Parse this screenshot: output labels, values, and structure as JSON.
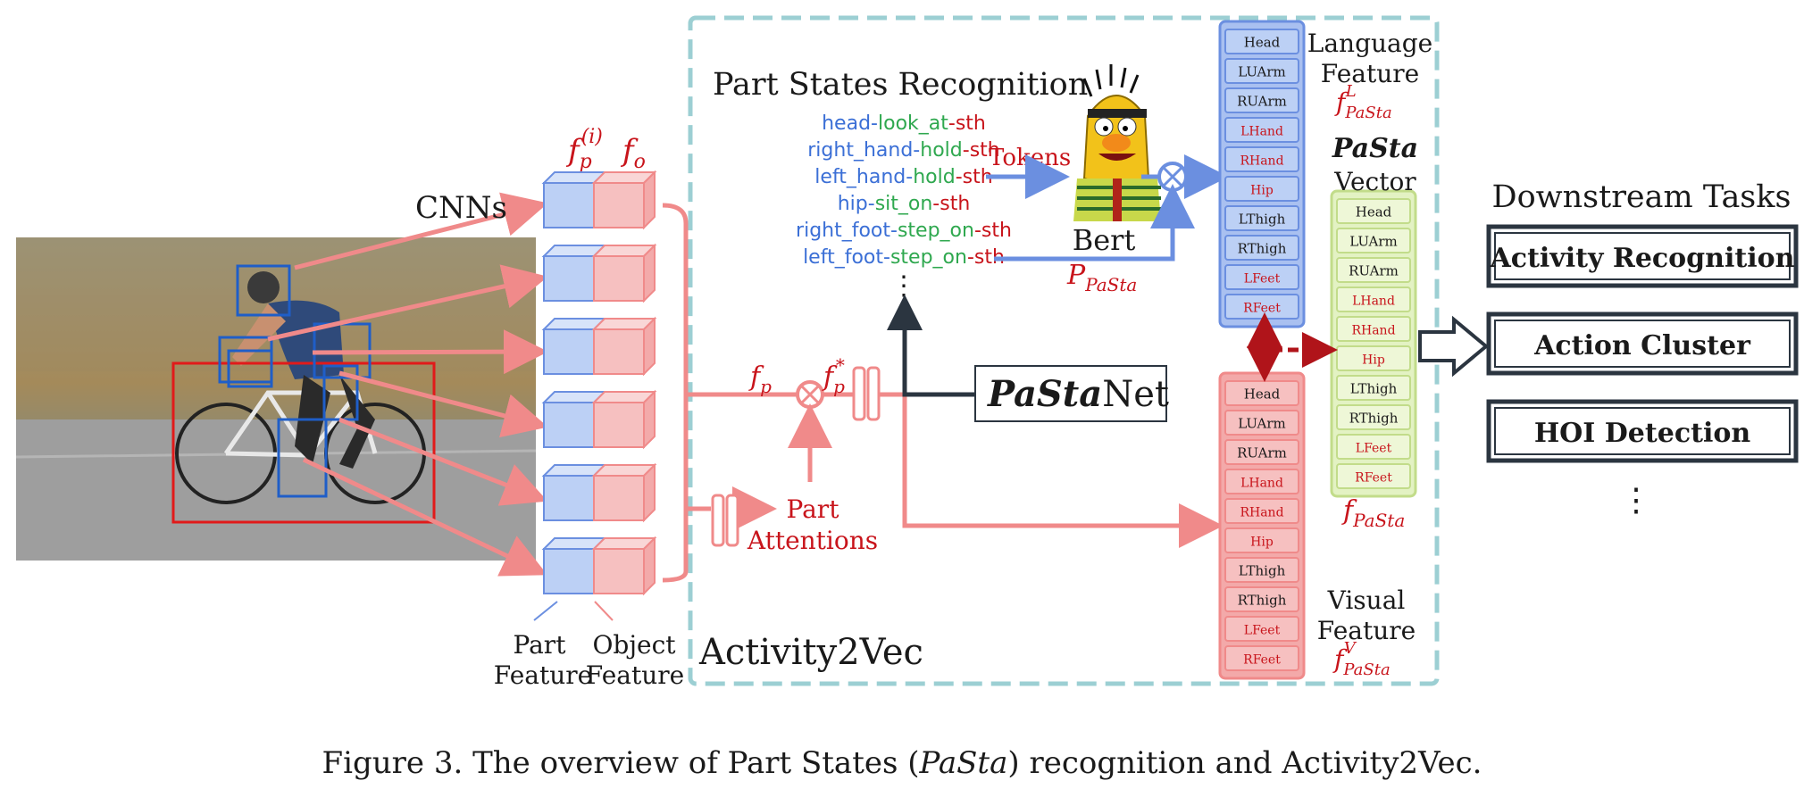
{
  "figure": {
    "caption_prefix": "Figure 3. The overview of Part States (",
    "caption_italic": "PaSta",
    "caption_suffix": ") recognition and Activity2Vec."
  },
  "left": {
    "cnns_label": "CNNs",
    "part_feature": [
      "Part",
      "Feature"
    ],
    "object_feature": [
      "Object",
      "Feature"
    ],
    "fp_label": "f",
    "fp_sub": "p",
    "fp_sup": "(i)",
    "fo_label": "f",
    "fo_sub": "o"
  },
  "middle": {
    "section_title": "Part States Recognition",
    "states": [
      {
        "part": "head",
        "verb": "look_at",
        "obj": "sth"
      },
      {
        "part": "right_hand",
        "verb": "hold",
        "obj": "sth"
      },
      {
        "part": "left_hand",
        "verb": "hold",
        "obj": "sth"
      },
      {
        "part": "hip",
        "verb": "sit_on",
        "obj": "sth"
      },
      {
        "part": "right_foot",
        "verb": "step_on",
        "obj": "sth"
      },
      {
        "part": "left_foot",
        "verb": "step_on",
        "obj": "sth"
      }
    ],
    "vdots": "⋮",
    "tokens_label": "Tokens",
    "bert_label": "Bert",
    "p_label": "P",
    "p_sub": "PaSta",
    "fp_label": "f",
    "fp_sub": "p",
    "fpstar_sup": "*",
    "part_attentions": [
      "Part",
      "Attentions"
    ],
    "pastanet_italic": "PaSta",
    "pastanet_rest": "Net",
    "activity2vec": "Activity2Vec"
  },
  "right": {
    "language_feature": [
      "Language",
      "Feature"
    ],
    "fL_sup": "L",
    "fL_sub": "PaSta",
    "pasta_vector_italic": "PaSta",
    "pasta_vector": "Vector",
    "visual_feature": [
      "Visual",
      "Feature"
    ],
    "fV_sup": "V",
    "fV_sub": "PaSta",
    "fpasta_sub": "PaSta",
    "parts": [
      "Head",
      "LUArm",
      "RUArm",
      "LHand",
      "RHand",
      "Hip",
      "LThigh",
      "RThigh",
      "LFeet",
      "RFeet"
    ]
  },
  "downstream": {
    "title": "Downstream Tasks",
    "tasks": [
      "Activity Recognition",
      "Action Cluster",
      "HOI Detection"
    ],
    "vdots": "⋮"
  },
  "colors": {
    "red": "#d9232a",
    "pink": "#f08a8a",
    "pink_fill": "#f6c0c0",
    "blue": "#6b8fe0",
    "blue_fill": "#bcd0f5",
    "green": "#2fa84f",
    "green_fill": "#e3f2c3",
    "dark": "#2b3540",
    "teal_dash": "#9ccfd3"
  }
}
